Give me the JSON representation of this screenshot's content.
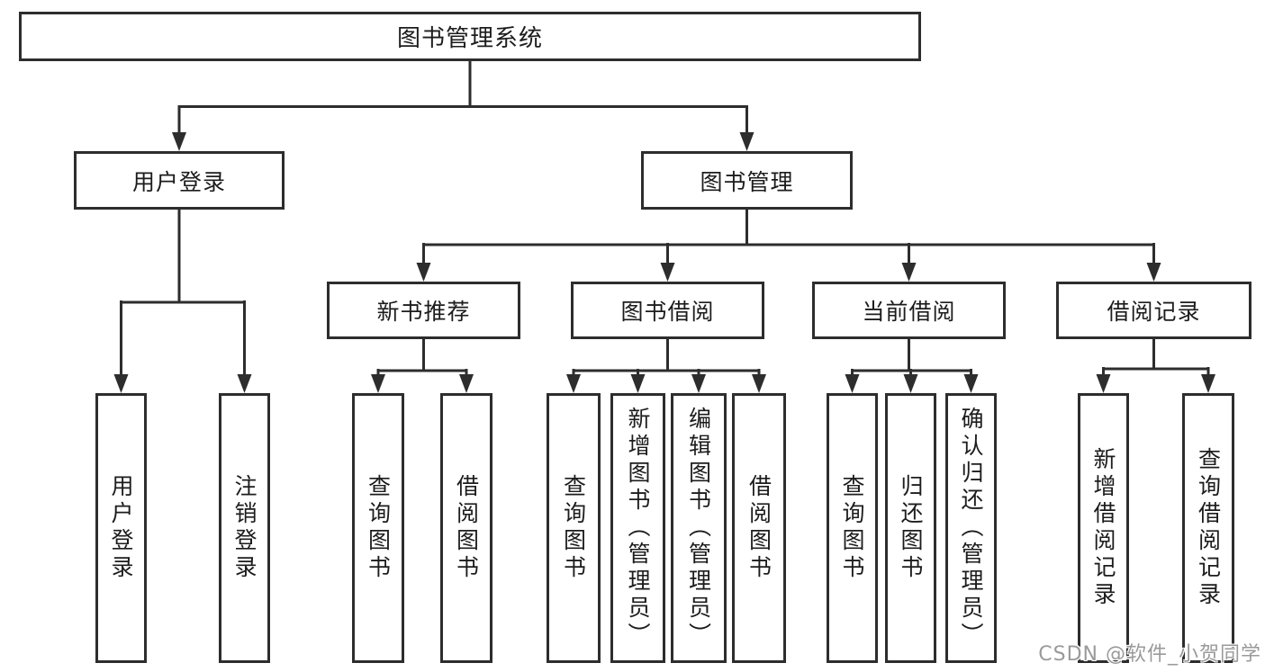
{
  "diagram": {
    "root": {
      "label": "图书管理系统",
      "children": [
        {
          "label": "用户登录",
          "children": [
            {
              "label": "用户登录"
            },
            {
              "label": "注销登录"
            }
          ]
        },
        {
          "label": "图书管理",
          "children": [
            {
              "label": "新书推荐",
              "children": [
                {
                  "label": "查询图书"
                },
                {
                  "label": "借阅图书"
                }
              ]
            },
            {
              "label": "图书借阅",
              "children": [
                {
                  "label": "查询图书"
                },
                {
                  "label": "新增图书（管理员）"
                },
                {
                  "label": "编辑图书（管理员）"
                },
                {
                  "label": "借阅图书"
                }
              ]
            },
            {
              "label": "当前借阅",
              "children": [
                {
                  "label": "查询图书"
                },
                {
                  "label": "归还图书"
                },
                {
                  "label": "确认归还（管理员）"
                }
              ]
            },
            {
              "label": "借阅记录",
              "children": [
                {
                  "label": "新增借阅记录"
                },
                {
                  "label": "查询借阅记录"
                }
              ]
            }
          ]
        }
      ]
    }
  },
  "watermark": {
    "text": "CSDN @软件_小贺同学"
  },
  "colors": {
    "line": "#2d2d2d",
    "box_border": "#2d2d2d",
    "box_fill": "#ffffff",
    "text": "#1c1c1c",
    "watermark_text": "#9a9a9a"
  }
}
